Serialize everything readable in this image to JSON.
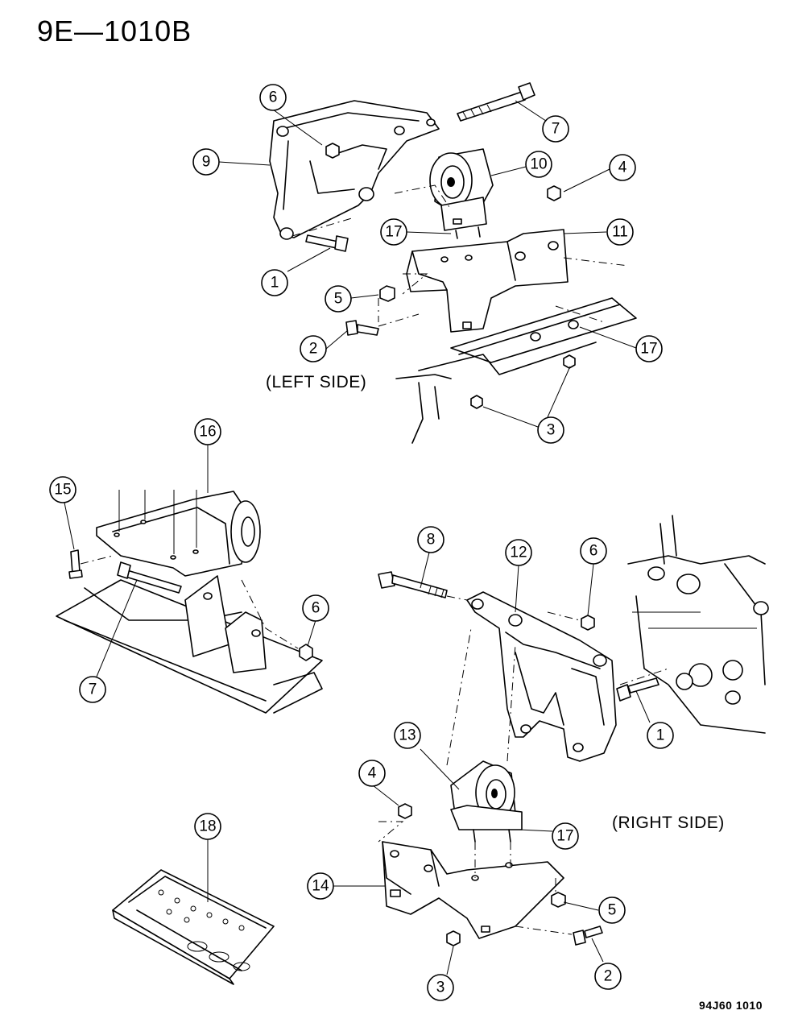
{
  "header": {
    "title": "9E—1010B"
  },
  "footer": {
    "drawing_code": "94J60 1010"
  },
  "labels": {
    "left_side": "(LEFT SIDE)",
    "right_side": "(RIGHT SIDE)"
  },
  "callouts": [
    {
      "id": "c-left-6",
      "number": "6"
    },
    {
      "id": "c-left-7",
      "number": "7"
    },
    {
      "id": "c-left-9",
      "number": "9"
    },
    {
      "id": "c-left-10",
      "number": "10"
    },
    {
      "id": "c-left-4",
      "number": "4"
    },
    {
      "id": "c-left-17a",
      "number": "17"
    },
    {
      "id": "c-left-11",
      "number": "11"
    },
    {
      "id": "c-left-1",
      "number": "1"
    },
    {
      "id": "c-left-5",
      "number": "5"
    },
    {
      "id": "c-left-2",
      "number": "2"
    },
    {
      "id": "c-left-17b",
      "number": "17"
    },
    {
      "id": "c-left-3",
      "number": "3"
    },
    {
      "id": "c-mid-16",
      "number": "16"
    },
    {
      "id": "c-mid-15",
      "number": "15"
    },
    {
      "id": "c-mid-6",
      "number": "6"
    },
    {
      "id": "c-mid-7",
      "number": "7"
    },
    {
      "id": "c-right-8",
      "number": "8"
    },
    {
      "id": "c-right-12",
      "number": "12"
    },
    {
      "id": "c-right-6",
      "number": "6"
    },
    {
      "id": "c-right-1",
      "number": "1"
    },
    {
      "id": "c-right-13",
      "number": "13"
    },
    {
      "id": "c-right-4",
      "number": "4"
    },
    {
      "id": "c-right-17",
      "number": "17"
    },
    {
      "id": "c-right-14",
      "number": "14"
    },
    {
      "id": "c-right-5",
      "number": "5"
    },
    {
      "id": "c-right-3",
      "number": "3"
    },
    {
      "id": "c-right-2",
      "number": "2"
    },
    {
      "id": "c-bot-18",
      "number": "18"
    }
  ]
}
